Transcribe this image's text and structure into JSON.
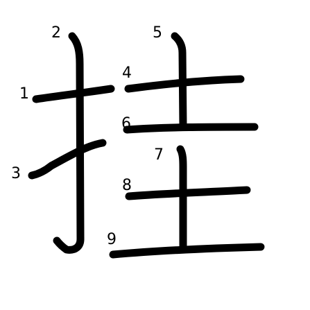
{
  "diagram": {
    "background": "#ffffff",
    "stroke_color": "#000000",
    "number_color": "#000000",
    "strokes": [
      {
        "order": "1"
      },
      {
        "order": "2"
      },
      {
        "order": "3"
      },
      {
        "order": "4"
      },
      {
        "order": "5"
      },
      {
        "order": "6"
      },
      {
        "order": "7"
      },
      {
        "order": "8"
      },
      {
        "order": "9"
      }
    ]
  }
}
